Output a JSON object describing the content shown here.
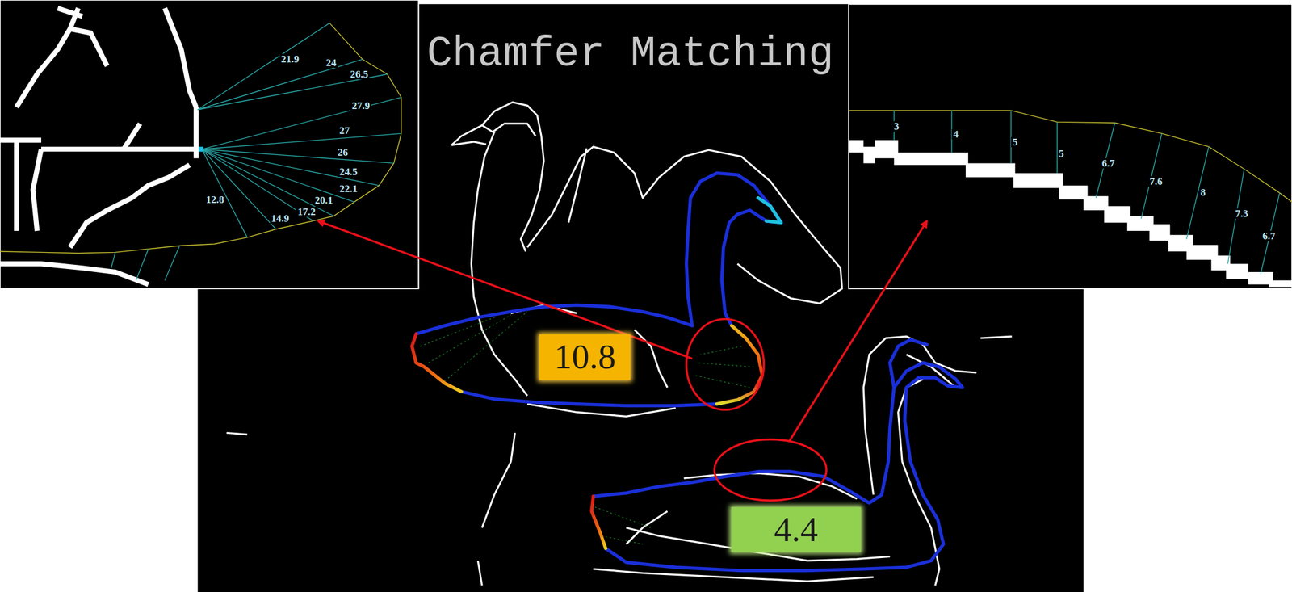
{
  "diagram": {
    "title": "Chamfer Matching",
    "nodes": [
      {
        "text": [
          "10.8"
        ]
      },
      {
        "text": [
          "4.4"
        ]
      }
    ],
    "labels": [
      "21.9",
      "24",
      "26.5",
      "27.9",
      "27",
      "26",
      "24.5",
      "22.1",
      "20.1",
      "17.2",
      "14.9",
      "12.8",
      "3",
      "4",
      "5",
      "5",
      "6.7",
      "7.6",
      "8",
      "7.3",
      "6.7"
    ]
  }
}
